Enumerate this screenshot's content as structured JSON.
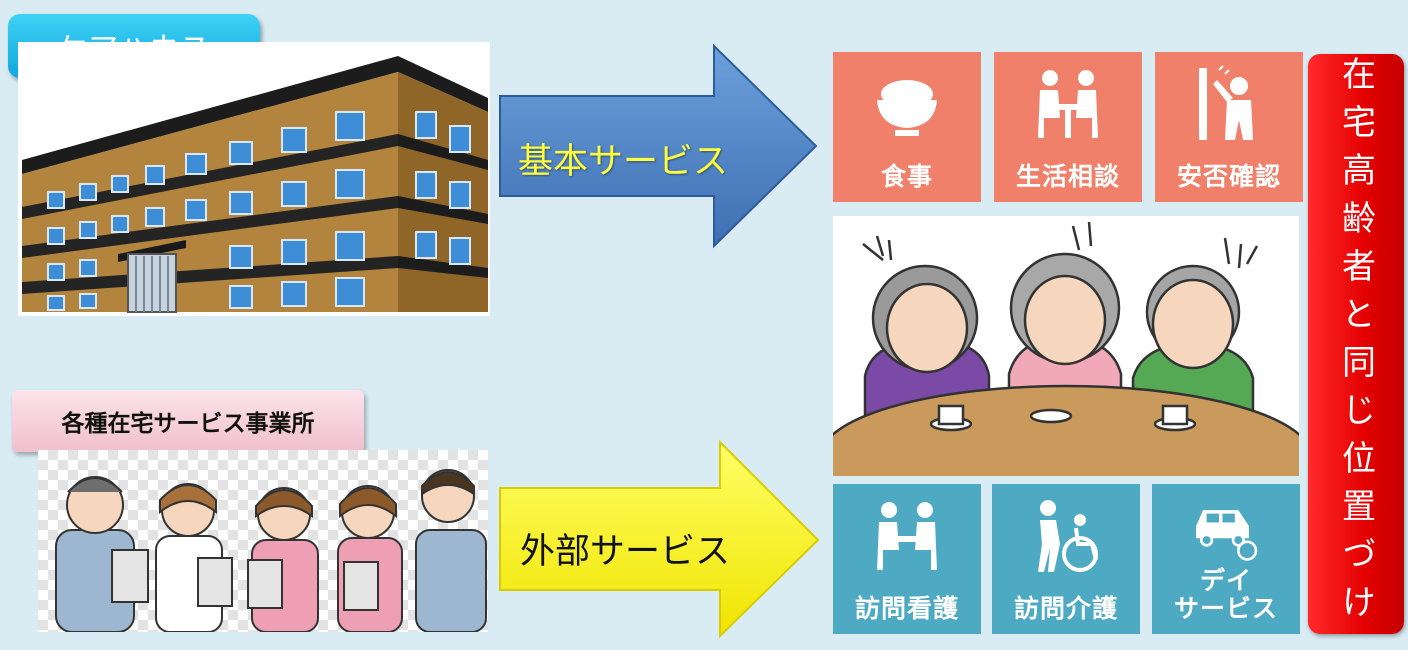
{
  "care_house": {
    "label": "ケアハウス"
  },
  "facilities": {
    "label": "各種在宅サービス事業所"
  },
  "arrows": {
    "basic": {
      "label": "基本サービス",
      "color": "#4a7fc3"
    },
    "external": {
      "label": "外部サービス",
      "color": "#ffff00"
    }
  },
  "basic_services": [
    {
      "label": "食事",
      "icon": "rice-bowl-icon"
    },
    {
      "label": "生活相談",
      "icon": "consultation-icon"
    },
    {
      "label": "安否確認",
      "icon": "safety-check-icon"
    }
  ],
  "external_services": [
    {
      "label": "訪問看護",
      "icon": "visiting-nurse-icon"
    },
    {
      "label": "訪問介護",
      "icon": "wheelchair-care-icon"
    },
    {
      "label_line1": "デイ",
      "label_line2": "サービス",
      "icon": "day-service-car-icon"
    }
  ],
  "banner": {
    "text": "在宅高齢者と同じ位置づけ"
  },
  "colors": {
    "background": "#d9ecf4",
    "tile_orange": "#f0806a",
    "tile_blue": "#4ea9c3",
    "banner_red": "#e30000"
  }
}
